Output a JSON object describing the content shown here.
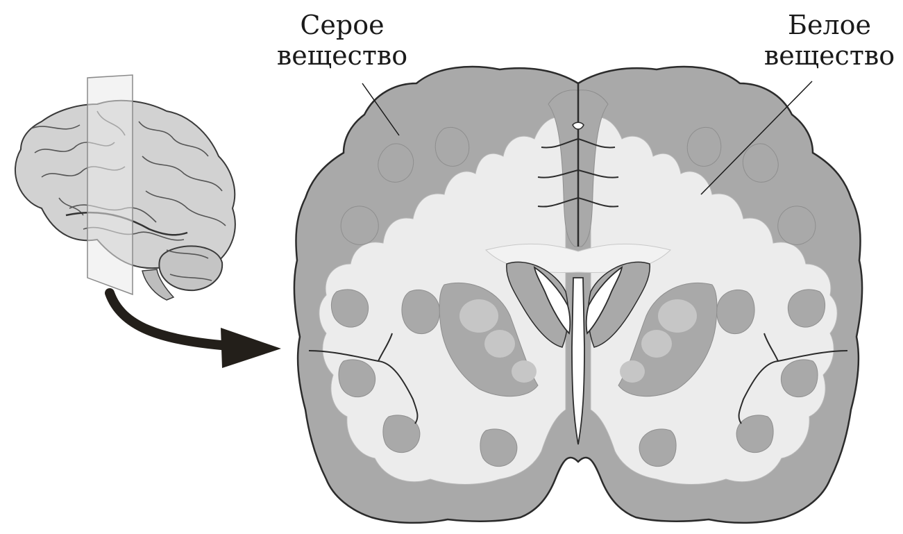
{
  "labels": {
    "gray_matter": {
      "line1": "Серое",
      "line2": "вещество"
    },
    "white_matter": {
      "line1": "Белое",
      "line2": "вещество"
    }
  },
  "colors": {
    "gray_matter": "#a9a9a9",
    "white_matter": "#ececec",
    "outline": "#2b2b2b",
    "ventricle": "#ffffff",
    "basal_ganglia": "#c6c6c6",
    "brain_surface": "#cfcfcf",
    "arrow": "#231f1a"
  },
  "icons": {
    "lateral_brain": "brain-lateral-icon",
    "cut_plane": "coronal-plane-icon",
    "arrow": "curved-arrow-icon"
  }
}
